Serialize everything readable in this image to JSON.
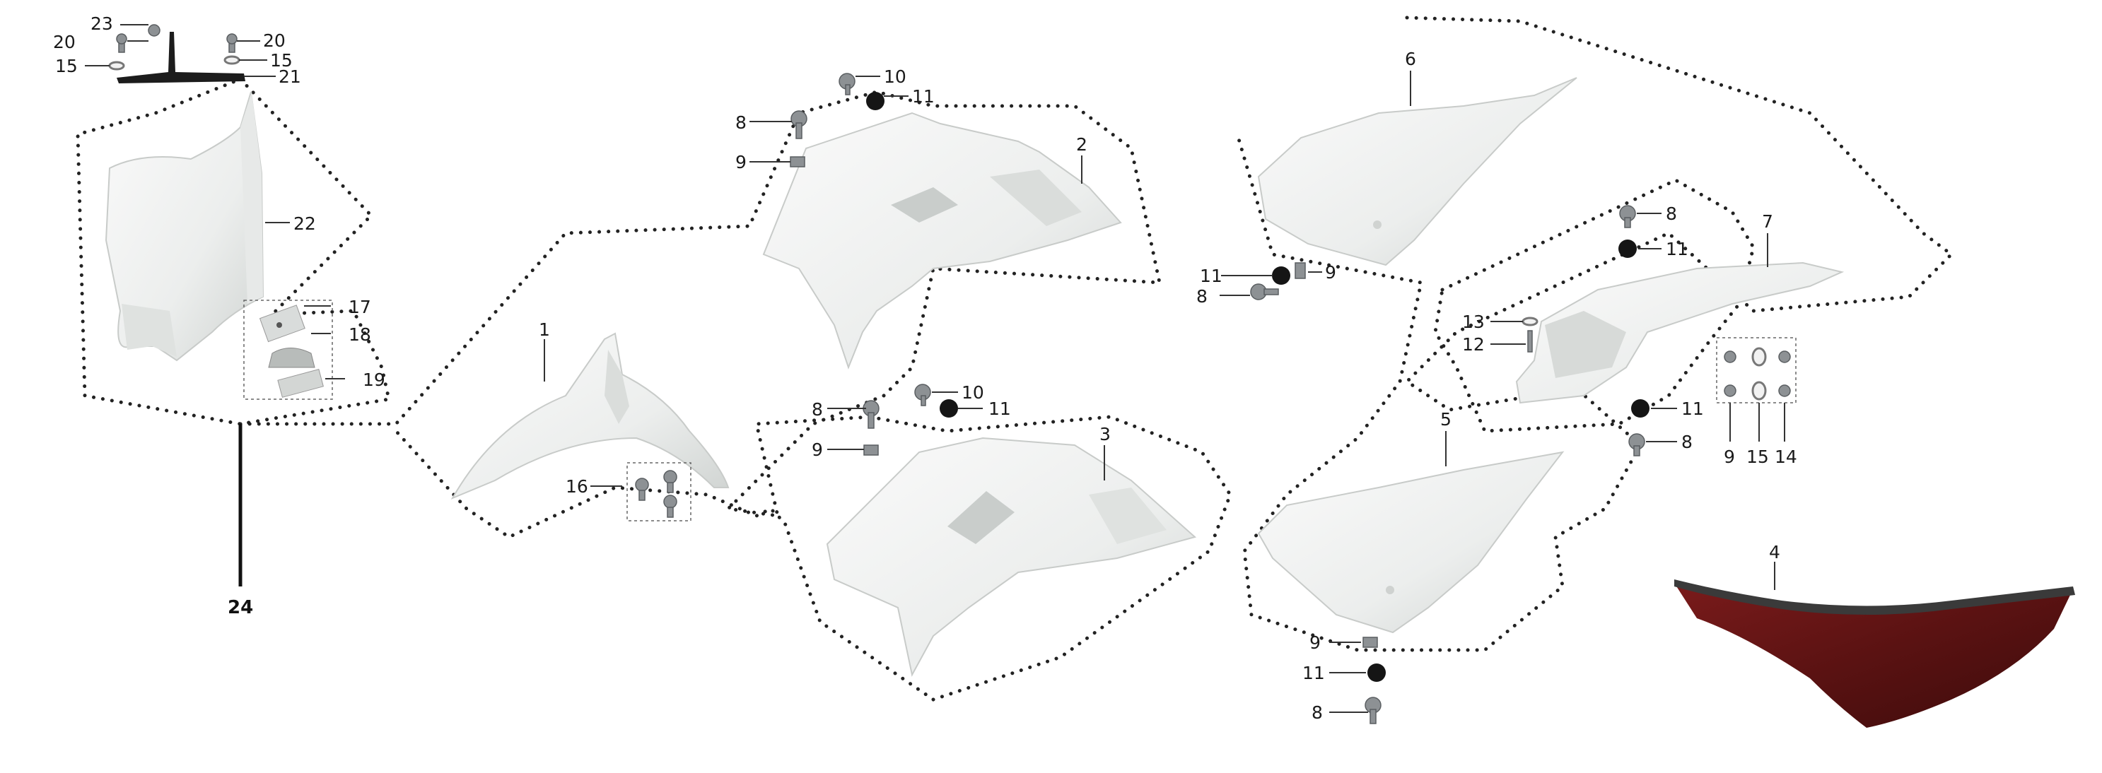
{
  "callouts": {
    "c1": "1",
    "c2": "2",
    "c3": "3",
    "c4": "4",
    "c5": "5",
    "c6": "6",
    "c7": "7",
    "c8a": "8",
    "c8b": "8",
    "c8c": "8",
    "c8d": "8",
    "c8e": "8",
    "c8f": "8",
    "c9a": "9",
    "c9b": "9",
    "c9c": "9",
    "c9d": "9",
    "c9e": "9",
    "c10a": "10",
    "c10b": "10",
    "c11a": "11",
    "c11b": "11",
    "c11c": "11",
    "c11d": "11",
    "c11e": "11",
    "c11f": "11",
    "c12": "12",
    "c13": "13",
    "c14": "14",
    "c15a": "15",
    "c15b": "15",
    "c15c": "15",
    "c16": "16",
    "c17": "17",
    "c18": "18",
    "c19": "19",
    "c20a": "20",
    "c20b": "20",
    "c21": "21",
    "c22": "22",
    "c23": "23",
    "c24": "24"
  },
  "colors": {
    "plastic": "#f1f2f1",
    "plastic_shade": "#d9dcda",
    "seat_cover": "#5e1414",
    "seat_foam": "#3a3a3a",
    "hardware": "#8d9194",
    "bracket": "#1c1c1c"
  }
}
